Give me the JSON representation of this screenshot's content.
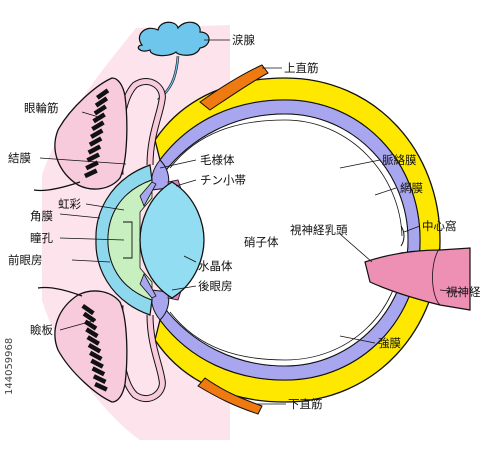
{
  "labels": {
    "lacrimal_gland": "涙腺",
    "superior_rectus": "上直筋",
    "orbicularis": "眼輪筋",
    "conjunctiva": "結膜",
    "ciliary_body": "毛様体",
    "zonule": "チン小帯",
    "choroid": "脈絡膜",
    "iris": "虹彩",
    "cornea": "角膜",
    "pupil": "瞳孔",
    "retina": "網膜",
    "fovea": "中心窩",
    "optic_disc": "視神経乳頭",
    "vitreous": "硝子体",
    "anterior_chamber": "前眼房",
    "lens": "水晶体",
    "posterior_chamber": "後眼房",
    "optic_nerve": "視神経",
    "tarsal_plate": "瞼板",
    "sclera": "強膜",
    "inferior_rectus": "下直筋"
  },
  "watermark": {
    "stock_id": "144059968"
  },
  "colors": {
    "sclera": "#FFE800",
    "choroid": "#A9A6F0",
    "retina": "#FFFFFF",
    "optic_nerve": "#EE8FB4",
    "muscle": "#F07A12",
    "lens": "#92DDF2",
    "cornea": "#8ED8EE",
    "anterior_chamber": "#C8EFC0",
    "iris": "#E07EC0",
    "eyelid": "#F7CADC",
    "lid_background": "#FDE3EC",
    "lacrimal": "#6EC6EC",
    "outline": "#111111"
  }
}
